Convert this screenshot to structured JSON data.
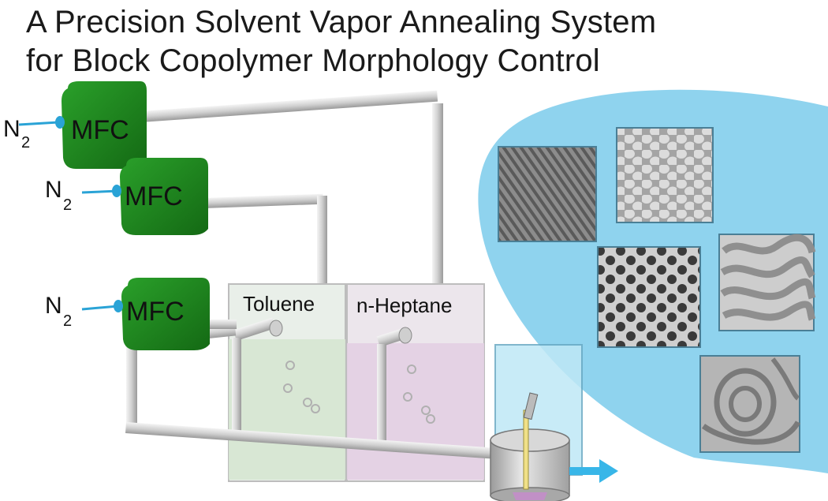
{
  "title": {
    "line1": "A Precision Solvent Vapor Annealing System",
    "line2": "for Block Copolymer Morphology Control"
  },
  "mfc_units": [
    {
      "label": "MFC",
      "gas": "N",
      "gas_subscript": "2"
    },
    {
      "label": "MFC",
      "gas": "N",
      "gas_subscript": "2"
    },
    {
      "label": "MFC",
      "gas": "N",
      "gas_subscript": "2"
    }
  ],
  "tanks": [
    {
      "label": "Toluene",
      "color": "#d6e6d2"
    },
    {
      "label": "n-Heptane",
      "color": "#e3cfe3"
    }
  ],
  "colors": {
    "mfc_green": "#1f8a1f",
    "mfc_green_dark": "#136313",
    "panel_blue": "#8fd3ee",
    "pipe": "#dcdcdc",
    "arrow": "#38b6e8"
  },
  "morphology_panels": [
    {
      "name": "lamellae-standing"
    },
    {
      "name": "hexagonal-dots-light"
    },
    {
      "name": "hexagonal-dots-dark"
    },
    {
      "name": "fingerprint-wavy"
    },
    {
      "name": "concentric-rings"
    }
  ]
}
